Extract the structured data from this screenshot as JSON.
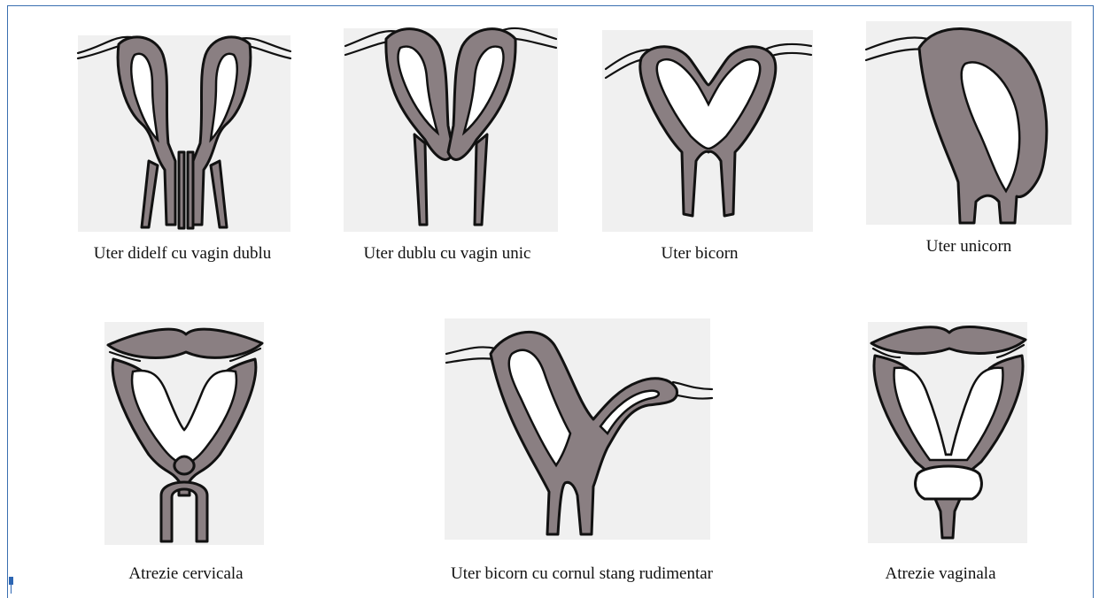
{
  "colors": {
    "frame": "#3a6fb0",
    "marker": "#2d66b3",
    "tissue": "#8a7f82",
    "panel_bg": "#f0f0f0"
  },
  "panels": [
    {
      "id": "didelf",
      "caption": "Uter didelf cu vagin dublu"
    },
    {
      "id": "dublu",
      "caption": "Uter dublu cu vagin unic"
    },
    {
      "id": "bicorn",
      "caption": "Uter bicorn"
    },
    {
      "id": "unicorn",
      "caption": "Uter unicorn"
    },
    {
      "id": "atrezie-cervicala",
      "caption": "Atrezie cervicala"
    },
    {
      "id": "bicorn-rudimentar",
      "caption": "Uter bicorn cu cornul stang rudimentar"
    },
    {
      "id": "atrezie-vaginala",
      "caption": "Atrezie vaginala"
    }
  ]
}
